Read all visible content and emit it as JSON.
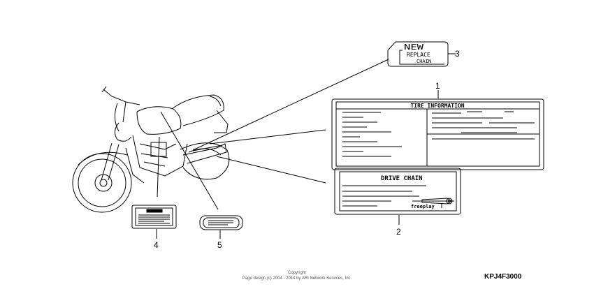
{
  "labels": {
    "new_replace_chain": {
      "line1": "NEW",
      "line2": "REPLACE",
      "line3": "CHAIN"
    },
    "tire_information": {
      "title": "TIRE INFORMATION"
    },
    "drive_chain": {
      "title": "DRIVE CHAIN",
      "freeplay": "freeplay"
    }
  },
  "callouts": {
    "c1": "1",
    "c2": "2",
    "c3": "3",
    "c4": "4",
    "c5": "5"
  },
  "footer": {
    "copyright_line1": "Copyright",
    "copyright_line2": "Page design (c) 2004 - 2014 by ARI Network Services, Inc.",
    "diagram_code": "KPJ4F3000"
  }
}
